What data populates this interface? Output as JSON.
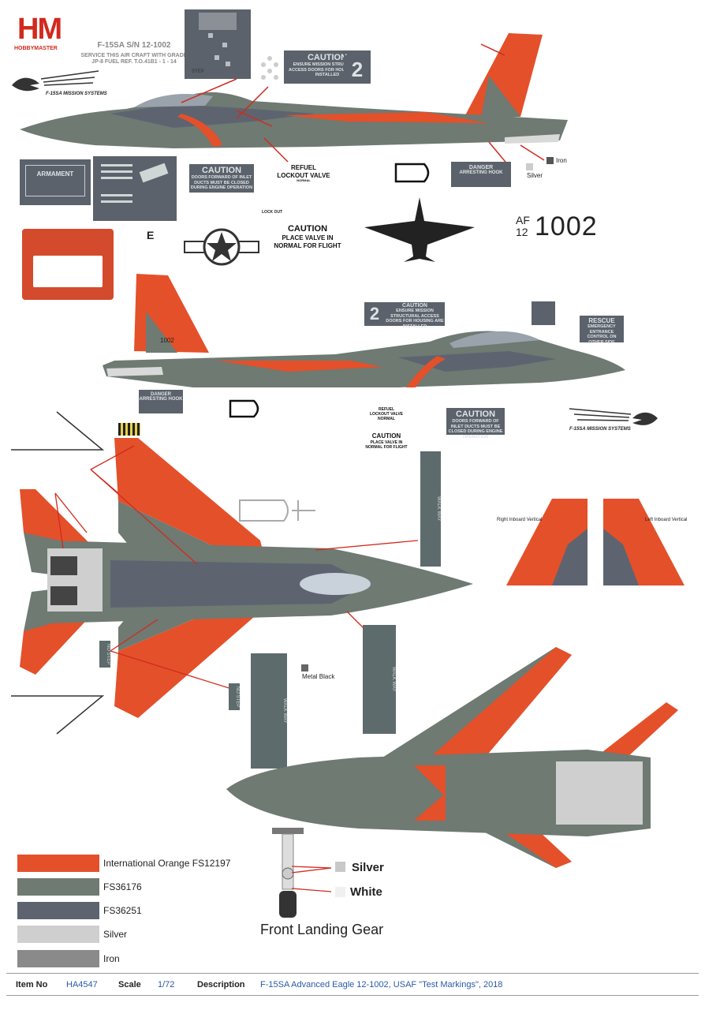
{
  "logo": {
    "brand": "HM",
    "sub": "HOBBYMASTER"
  },
  "stencil_top": {
    "line1": "F-15SA S/N 12-1002",
    "line2": "SERVICE THIS AIR CRAFT WITH GRADE",
    "line3": "JP-8 FUEL REF. T.O.41B1 - 1 - 14"
  },
  "mission_logo_text": "F-15SA MISSION SYSTEMS",
  "placards": {
    "caution_top": {
      "title": "CAUTION",
      "body": "ENSURE MISSION STRUCTURAL ACCESS DOORS FOR HOUSING ARE INSTALLED"
    },
    "step": "STEP",
    "digit2": "2",
    "armament": "ARMAMENT",
    "rescue": "RESCUE",
    "caution_inlet": {
      "title": "CAUTION",
      "body": "DOORS FORWARD OF INLET DUCTS MUST BE CLOSED DURING ENGINE OPERATION"
    },
    "danger_hook": {
      "title": "DANGER",
      "body": "ARRESTING HOOK"
    },
    "refuel": {
      "line1": "REFUEL",
      "line2": "LOCKOUT VALVE",
      "line3": "NORMAL",
      "lockout": "LOCK OUT"
    },
    "caution_valve": {
      "title": "CAUTION",
      "body1": "PLACE VALVE IN",
      "body2": "NORMAL FOR FLIGHT"
    },
    "caution_inlet2": {
      "title": "CAUTION",
      "body": "DOORS FORWARD OF INLET DUCTS MUST BE CLOSED DURING ENGINE OPERATION"
    },
    "danger_hook2": {
      "title": "DANGER",
      "body": "ARRESTING HOOK"
    },
    "rescue2": {
      "title": "RESCUE",
      "body": "EMERGENCY ENTRANCE CONTROL ON OTHER SIDE"
    },
    "refuel2": {
      "line1": "REFUEL",
      "line2": "LOCKOUT VALVE",
      "line3": "NORMAL",
      "caution": "CAUTION",
      "body": "PLACE VALVE IN NORMAL FOR FLIGHT"
    }
  },
  "serial": {
    "af": "AF",
    "yr": "12",
    "num": "1002"
  },
  "tail_code": "1002",
  "callouts": {
    "iron": "Iron",
    "silver": "Silver",
    "metal_black": "Metal Black",
    "right_inboard": "Right Inboard Vertical",
    "left_inboard": "Left Inboard Vertical"
  },
  "walkway": {
    "walk": "WALK WAY",
    "no_step": "NO STEP"
  },
  "gear": {
    "silver": "Silver",
    "white": "White",
    "title": "Front Landing Gear"
  },
  "legend": [
    {
      "label": "International Orange FS12197",
      "color": "#e4502a"
    },
    {
      "label": "FS36176",
      "color": "#6e7a72"
    },
    {
      "label": "FS36251",
      "color": "#5d6470"
    },
    {
      "label": "Silver",
      "color": "#cfcfcf"
    },
    {
      "label": "Iron",
      "color": "#8a8a8a"
    }
  ],
  "footer": {
    "item_no_label": "Item No",
    "item_no": "HA4547",
    "scale_label": "Scale",
    "scale": "1/72",
    "desc_label": "Description",
    "desc": "F-15SA Advanced Eagle 12-1002, USAF \"Test Markings\", 2018"
  }
}
